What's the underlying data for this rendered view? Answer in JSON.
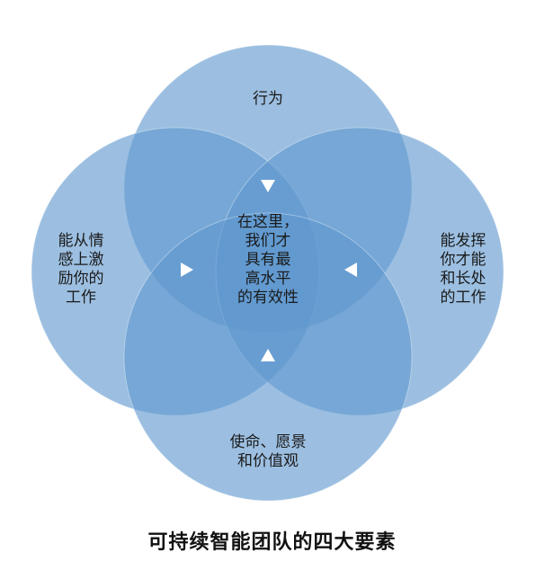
{
  "diagram": {
    "caption": "可持续智能团队的四大要素",
    "circles": {
      "top": {
        "label": "行为"
      },
      "left": {
        "label": "能从情\n感上激\n励你的\n工作"
      },
      "right": {
        "label": "能发挥\n你才能\n和长处\n的工作"
      },
      "bottom": {
        "label": "使命、愿景\n和价值观"
      }
    },
    "center": {
      "label": "在这里，\n我们才\n具有最\n高水平\n的有效性"
    },
    "colors": {
      "circle_fill": "#5f97ce",
      "circle_stroke": "#ffffff",
      "arrow": "#ffffff"
    }
  }
}
